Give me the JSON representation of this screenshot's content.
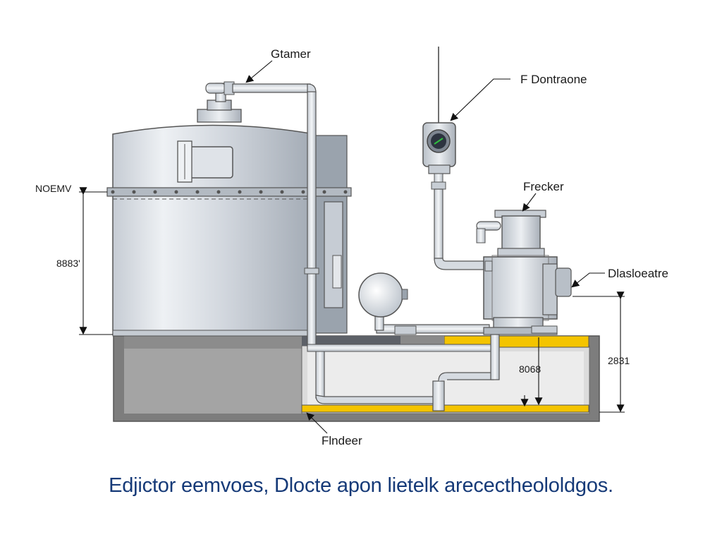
{
  "labels": {
    "top_pipe": "Gtamer",
    "gauge": "F Dontraone",
    "pump_top": "Frecker",
    "motor": "Dlasloeatre",
    "tank_top": "NOEMV",
    "tank_height": "8883'",
    "pit_depth": "8068",
    "right_height": "2831",
    "bottom_pipe": "Flndeer"
  },
  "caption": "Edjictor eemvoes, Dlocte apon lietelk arecectheololdgos.",
  "colors": {
    "tank_body": "#d4d9e0",
    "tank_shade": "#9aa3ad",
    "concrete": "#9b9b9b",
    "safety_yellow": "#f4c400",
    "caption_blue": "#163a78"
  }
}
